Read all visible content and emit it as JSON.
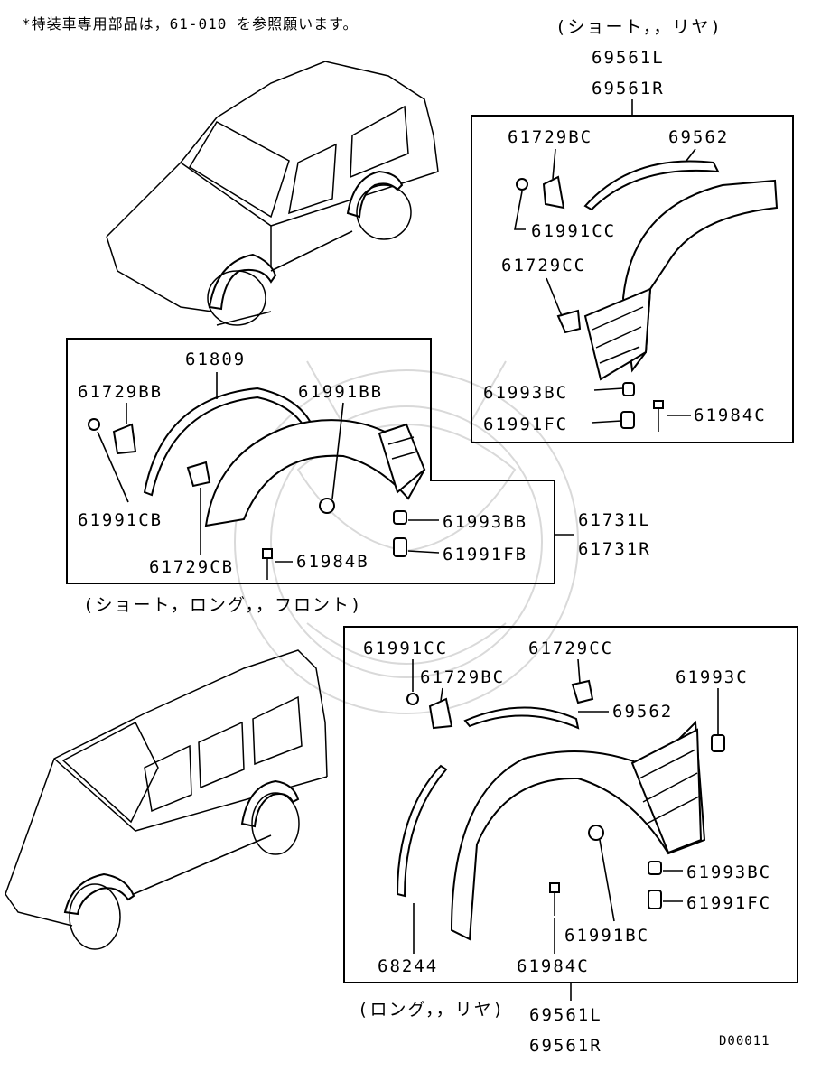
{
  "header_note": "*特装車専用部品は，61-010 を参照願います。",
  "diagram_code": "D00011",
  "groups": {
    "short_rear": {
      "caption": "(ショート，，リヤ)",
      "assy_left": "69561L",
      "assy_right": "69561R",
      "parts": [
        "61729BC",
        "69562",
        "61991CC",
        "61729CC",
        "61993BC",
        "61991FC",
        "61984C"
      ]
    },
    "front": {
      "caption": "(ショート，ロング，，フロント)",
      "assy_left": "61731L",
      "assy_right": "61731R",
      "parts": [
        "61809",
        "61729BB",
        "61991BB",
        "61991CB",
        "61993BB",
        "61991FB",
        "61729CB",
        "61984B"
      ]
    },
    "long_rear": {
      "caption": "(ロング，，リヤ)",
      "assy_left": "69561L",
      "assy_right": "69561R",
      "parts": [
        "61991CC",
        "61729CC",
        "61729BC",
        "61993C",
        "69562",
        "61993BC",
        "61991FC",
        "61991BC",
        "68244",
        "61984C"
      ]
    }
  }
}
